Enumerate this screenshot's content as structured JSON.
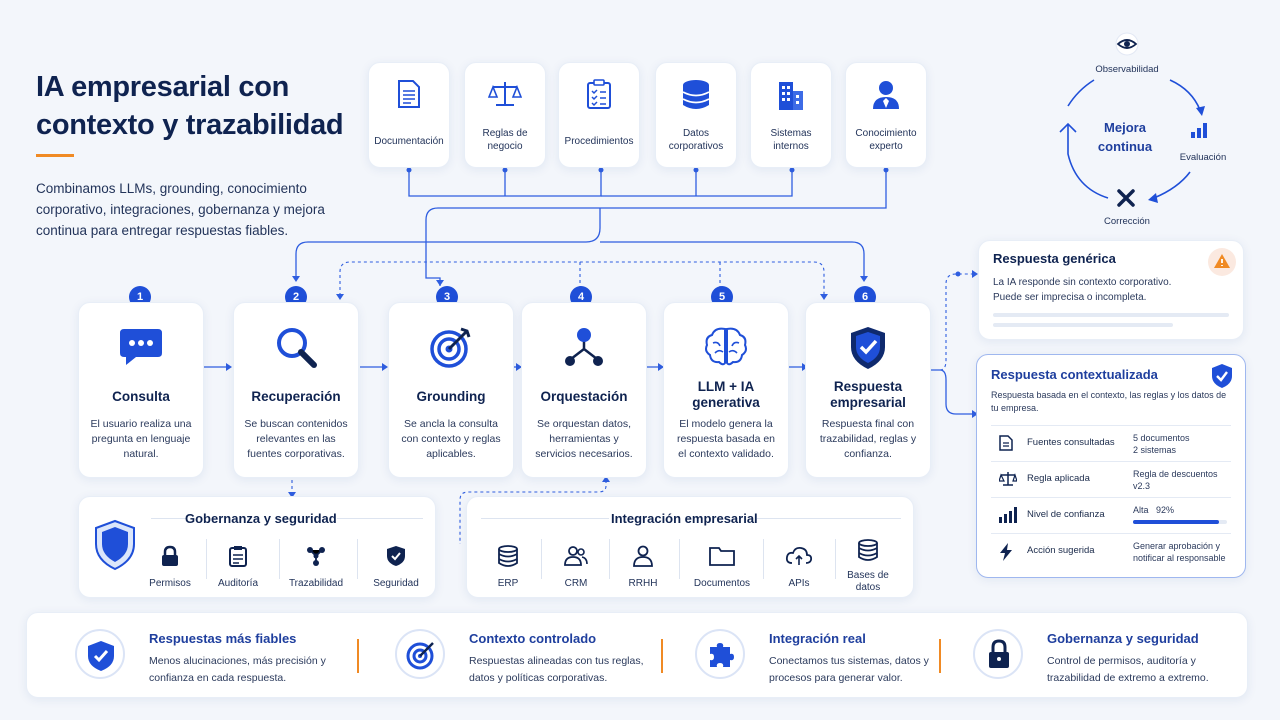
{
  "header": {
    "title": "IA empresarial con contexto y trazabilidad",
    "subtitle": "Combinamos LLMs, grounding, conocimiento corporativo, integraciones, gobernanza y mejora continua para entregar respuestas fiables."
  },
  "sources": [
    {
      "label": "Documentación",
      "icon": "document-icon"
    },
    {
      "label": "Reglas de negocio",
      "icon": "scales-icon"
    },
    {
      "label": "Procedimientos",
      "icon": "checklist-icon"
    },
    {
      "label": "Datos corporativos",
      "icon": "database-icon"
    },
    {
      "label": "Sistemas internos",
      "icon": "building-icon"
    },
    {
      "label": "Conocimiento experto",
      "icon": "expert-icon"
    }
  ],
  "steps": [
    {
      "num": "1",
      "name": "Consulta",
      "desc": "El usuario realiza una pregunta en lenguaje natural.",
      "icon": "chat-icon"
    },
    {
      "num": "2",
      "name": "Recuperación",
      "desc": "Se buscan contenidos relevantes en las fuentes corporativas.",
      "icon": "search-icon"
    },
    {
      "num": "3",
      "name": "Grounding",
      "desc": "Se ancla la consulta con contexto y reglas aplicables.",
      "icon": "target-icon"
    },
    {
      "num": "4",
      "name": "Orquestación",
      "desc": "Se orquestan datos, herramientas y servicios necesarios.",
      "icon": "network-icon"
    },
    {
      "num": "5",
      "name": "LLM + IA generativa",
      "desc": "El modelo genera la respuesta basada en el contexto validado.",
      "icon": "brain-icon"
    },
    {
      "num": "6",
      "name": "Respuesta empresarial",
      "desc": "Respuesta final con trazabilidad, reglas y confianza.",
      "icon": "shield-check-icon"
    }
  ],
  "governance": {
    "title": "Gobernanza y seguridad",
    "items": [
      {
        "label": "Permisos",
        "icon": "lock-icon"
      },
      {
        "label": "Auditoría",
        "icon": "clipboard-icon"
      },
      {
        "label": "Trazabilidad",
        "icon": "nodes-icon"
      },
      {
        "label": "Seguridad",
        "icon": "shield-icon"
      }
    ]
  },
  "integration": {
    "title": "Integración empresarial",
    "items": [
      {
        "label": "ERP",
        "icon": "database-icon"
      },
      {
        "label": "CRM",
        "icon": "users-icon"
      },
      {
        "label": "RRHH",
        "icon": "person-icon"
      },
      {
        "label": "Documentos",
        "icon": "folder-icon"
      },
      {
        "label": "APIs",
        "icon": "cloud-icon"
      },
      {
        "label": "Bases de datos",
        "icon": "database-icon"
      }
    ]
  },
  "cycle": {
    "center": "Mejora continua",
    "items": [
      "Observabilidad",
      "Evaluación",
      "Corrección"
    ]
  },
  "generic": {
    "title": "Respuesta genérica",
    "text": "La IA responde sin contexto corporativo. Puede ser imprecisa o incompleta."
  },
  "contextual": {
    "title": "Respuesta contextualizada",
    "text": "Respuesta basada en el contexto, las reglas y los datos de tu empresa.",
    "rows": [
      {
        "key": "Fuentes consultadas",
        "value": "5 documentos\n2 sistemas"
      },
      {
        "key": "Regla aplicada",
        "value": "Regla de descuentos v2.3"
      },
      {
        "key": "Nivel de confianza",
        "value": "Alta   92%"
      },
      {
        "key": "Acción sugerida",
        "value": "Generar aprobación y notificar al responsable"
      }
    ],
    "confidence": 0.92
  },
  "benefits": [
    {
      "title": "Respuestas más fiables",
      "desc": "Menos alucinaciones, más precisión y confianza en cada respuesta.",
      "icon": "shield-check-icon"
    },
    {
      "title": "Contexto controlado",
      "desc": "Respuestas alineadas con tus reglas, datos y políticas corporativas.",
      "icon": "target-icon"
    },
    {
      "title": "Integración real",
      "desc": "Conectamos tus sistemas, datos y procesos para generar valor.",
      "icon": "puzzle-icon"
    },
    {
      "title": "Gobernanza y seguridad",
      "desc": "Control de permisos, auditoría y trazabilidad de extremo a extremo.",
      "icon": "lock-icon"
    }
  ],
  "colors": {
    "primary": "#1f4fd8",
    "accent": "#f08a24",
    "background": "#f3f6fb"
  }
}
